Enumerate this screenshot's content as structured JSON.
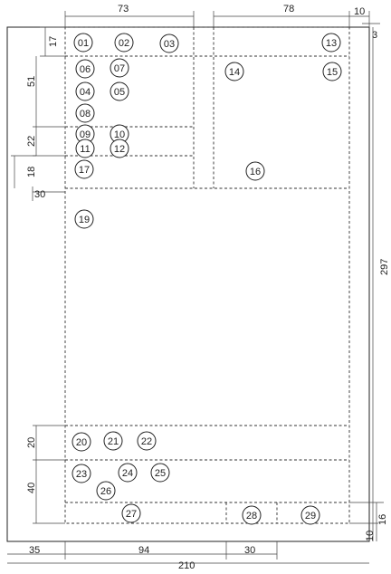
{
  "dimensions": {
    "top_a": "73",
    "top_b": "78",
    "top_c": "10",
    "top_d": "3",
    "left_a": "17",
    "left_b": "51",
    "left_c": "22",
    "left_d": "18",
    "left_e": "30",
    "left_f": "20",
    "left_g": "40",
    "right_h": "297",
    "right_i": "16",
    "right_j": "10",
    "bottom_a": "35",
    "bottom_b": "94",
    "bottom_c": "30",
    "bottom_d": "210"
  },
  "markers": [
    "01",
    "02",
    "03",
    "04",
    "05",
    "06",
    "07",
    "08",
    "09",
    "10",
    "11",
    "12",
    "13",
    "14",
    "15",
    "16",
    "17",
    "19",
    "20",
    "21",
    "22",
    "23",
    "24",
    "25",
    "26",
    "27",
    "28",
    "29"
  ]
}
